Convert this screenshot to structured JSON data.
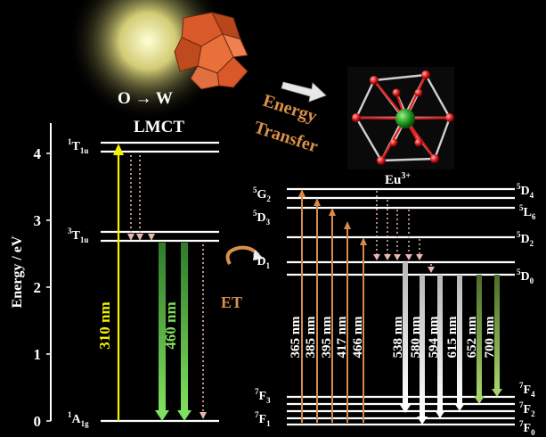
{
  "axis": {
    "label": "Energy / eV",
    "ticks": [
      "0",
      "1",
      "2",
      "3",
      "4"
    ]
  },
  "labels": {
    "o_to_w": "O → W",
    "lmct": "LMCT",
    "energy_transfer_1": "Energy",
    "energy_transfer_2": "Transfer",
    "eu_base": "Eu",
    "eu_sup": "3+",
    "et": "ET"
  },
  "host_levels": [
    {
      "id": "1A1g",
      "base": "1",
      "main": "A",
      "sub": "1g"
    },
    {
      "id": "3T1u",
      "base": "3",
      "main": "T",
      "sub": "1u"
    },
    {
      "id": "1T1u",
      "base": "1",
      "main": "T",
      "sub": "1u"
    }
  ],
  "host_transitions": {
    "excitation": "310 nm",
    "emission": "460 nm"
  },
  "eu_left_labels": [
    {
      "base": "5",
      "main": "G",
      "sub": "2"
    },
    {
      "base": "5",
      "main": "D",
      "sub": "3"
    },
    {
      "base": "5",
      "main": "D",
      "sub": "1"
    },
    {
      "base": "7",
      "main": "F",
      "sub": "3"
    },
    {
      "base": "7",
      "main": "F",
      "sub": "1"
    }
  ],
  "eu_right_labels": [
    {
      "base": "5",
      "main": "D",
      "sub": "4"
    },
    {
      "base": "5",
      "main": "L",
      "sub": "6"
    },
    {
      "base": "5",
      "main": "D",
      "sub": "2"
    },
    {
      "base": "5",
      "main": "D",
      "sub": "0"
    },
    {
      "base": "7",
      "main": "F",
      "sub": "4"
    },
    {
      "base": "7",
      "main": "F",
      "sub": "2"
    },
    {
      "base": "7",
      "main": "F",
      "sub": "0"
    }
  ],
  "eu_excitations": [
    "365 nm",
    "385 nm",
    "395 nm",
    "417 nm",
    "466 nm"
  ],
  "eu_emissions": [
    "538 nm",
    "580 nm",
    "594 nm",
    "615 nm",
    "652 nm",
    "700 nm"
  ],
  "colors": {
    "background": "#000000",
    "yellow_excitation": "#f2f200",
    "green_emission": "#5fd24a",
    "eu_excitation": "#d98a4a",
    "eu_emission_white": "#e8e8e8",
    "eu_emission_green": "#8fbf55",
    "dotted_relaxation": "#e8b8b0",
    "energy_transfer_text": "#d9904a"
  },
  "icons": [
    "sun-glow",
    "polyoxometalate-cluster",
    "eu-coordination-cluster",
    "white-arrow",
    "curved-et-arrow"
  ]
}
